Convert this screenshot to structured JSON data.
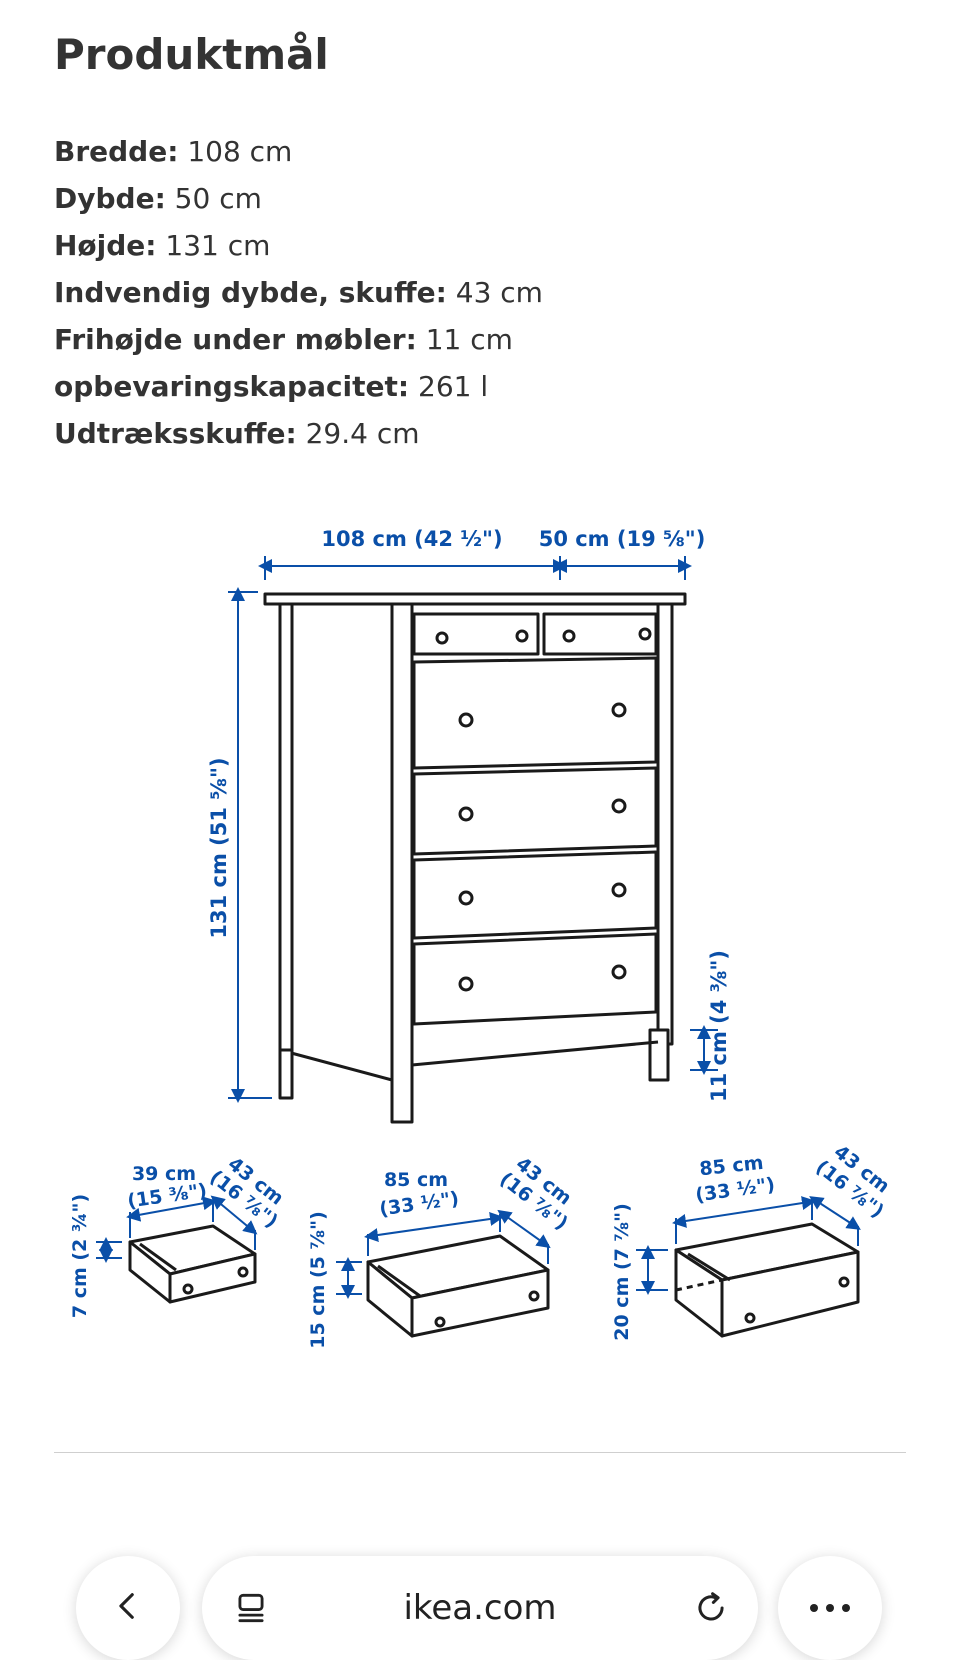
{
  "page": {
    "title": "Produktmål"
  },
  "specs": [
    {
      "label": "Bredde:",
      "value": " 108 cm"
    },
    {
      "label": "Dybde:",
      "value": " 50 cm"
    },
    {
      "label": "Højde:",
      "value": " 131 cm"
    },
    {
      "label": "Indvendig dybde, skuffe:",
      "value": " 43 cm"
    },
    {
      "label": "Frihøjde under møbler:",
      "value": " 11 cm"
    },
    {
      "label": "opbevaringskapacitet:",
      "value": " 261 l"
    },
    {
      "label": "Udtræksskuffe:",
      "value": " 29.4 cm"
    }
  ],
  "diagram": {
    "width_label": "108 cm (42 ½\")",
    "depth_label": "50 cm (19 ⅝\")",
    "height_label": "131 cm (51 ⅝\")",
    "clearance_label": "11 cm (4 ⅜\")",
    "drawer_small": {
      "width": "39 cm",
      "width_in": "(15 ⅜\")",
      "depth": "43 cm",
      "depth_in": "(16 ⅞\")",
      "height": "7 cm (2 ¾\")"
    },
    "drawer_medium": {
      "width": "85 cm",
      "width_in": "(33 ½\")",
      "depth": "43 cm",
      "depth_in": "(16 ⅞\")",
      "height": "15 cm (5 ⅞\")"
    },
    "drawer_large": {
      "width": "85 cm",
      "width_in": "(33 ½\")",
      "depth": "43 cm",
      "depth_in": "(16 ⅞\")",
      "height": "20 cm (7 ⅞\")"
    },
    "accent_color": "#0a4fa8"
  },
  "browser": {
    "domain": "ikea.com",
    "icons": [
      "chevron-left-icon",
      "tabs-icon",
      "reload-icon",
      "more-icon"
    ]
  }
}
